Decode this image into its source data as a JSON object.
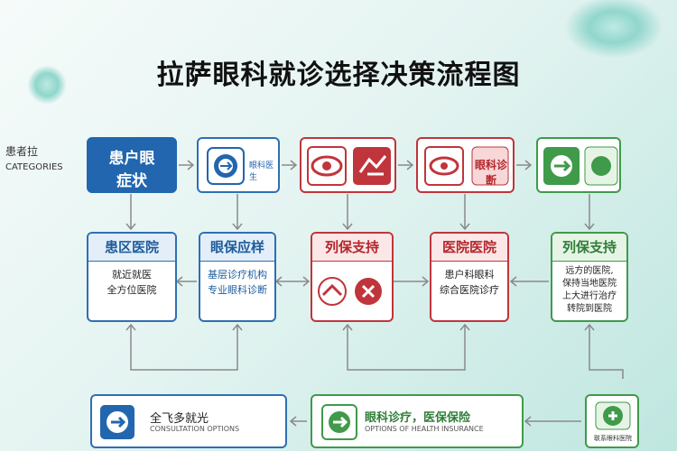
{
  "title": "拉萨眼科就诊选择决策流程图",
  "side_label": {
    "line1": "患者拉",
    "line2": "CATEGORIES"
  },
  "top_row": {
    "start": {
      "line1": "患户眼",
      "line2": "症状"
    },
    "step2_text": "眼科医生",
    "step5_text": "眼科诊断"
  },
  "mid_row": {
    "b1": {
      "title": "患区医院",
      "line1": "就近就医",
      "line2": "全方位医院"
    },
    "b2": {
      "title": "眼保应样",
      "line1": "基层诊疗机构",
      "line2": "专业眼科诊断"
    },
    "b3": {
      "title": "列保支持"
    },
    "b4": {
      "title": "医院医院",
      "line1": "患户科眼科",
      "line2": "综合医院诊疗"
    },
    "b5": {
      "title": "列保支持",
      "line1": "远方的医院,",
      "line2": "保持当地医院",
      "line3": "上大进行治疗",
      "line4": "转院到医院"
    }
  },
  "bottom_row": {
    "left": {
      "title": "全飞多就光",
      "sub": "CONSULTATION OPTIONS"
    },
    "mid": {
      "title": "眼科诊疗，医保保险",
      "sub": "OPTIONS OF HEALTH INSURANCE"
    },
    "right": {
      "sub": "联系眼科医院"
    }
  },
  "colors": {
    "blue": "#2166ae",
    "red": "#c0353b",
    "green": "#3f9a4a"
  },
  "icons": [
    "eye-icon",
    "eye-target-icon",
    "hand-icon",
    "green-arrow-icon",
    "medical-icon",
    "insurance-icon"
  ]
}
